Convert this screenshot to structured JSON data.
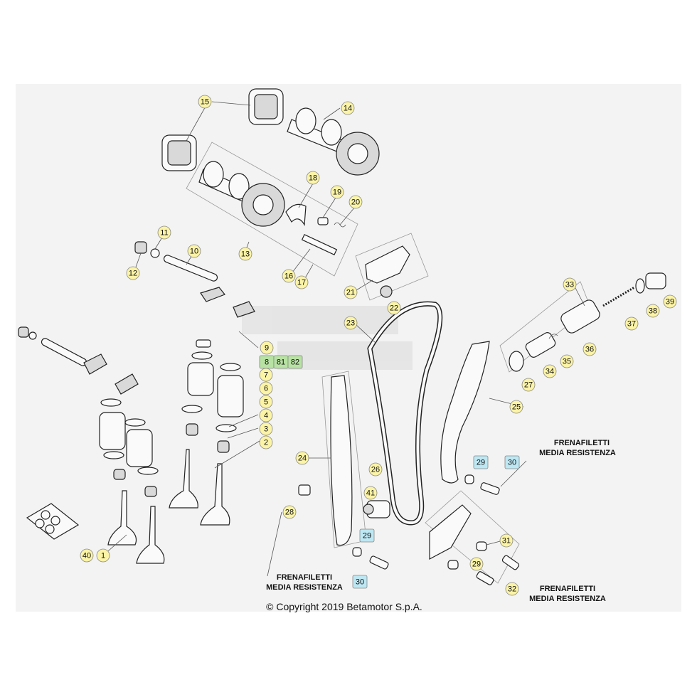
{
  "callouts": [
    {
      "id": "c15",
      "label": "15",
      "style": "yellow"
    },
    {
      "id": "c14",
      "label": "14",
      "style": "yellow"
    },
    {
      "id": "c18",
      "label": "18",
      "style": "yellow"
    },
    {
      "id": "c19",
      "label": "19",
      "style": "yellow"
    },
    {
      "id": "c20",
      "label": "20",
      "style": "yellow"
    },
    {
      "id": "c13",
      "label": "13",
      "style": "yellow"
    },
    {
      "id": "c11",
      "label": "11",
      "style": "yellow"
    },
    {
      "id": "c10",
      "label": "10",
      "style": "yellow"
    },
    {
      "id": "c12",
      "label": "12",
      "style": "yellow"
    },
    {
      "id": "c16",
      "label": "16",
      "style": "yellow"
    },
    {
      "id": "c17",
      "label": "17",
      "style": "yellow"
    },
    {
      "id": "c21",
      "label": "21",
      "style": "yellow"
    },
    {
      "id": "c22",
      "label": "22",
      "style": "yellow"
    },
    {
      "id": "c23",
      "label": "23",
      "style": "yellow"
    },
    {
      "id": "c33",
      "label": "33",
      "style": "yellow"
    },
    {
      "id": "c38",
      "label": "38",
      "style": "yellow"
    },
    {
      "id": "c39",
      "label": "39",
      "style": "yellow"
    },
    {
      "id": "c37",
      "label": "37",
      "style": "yellow"
    },
    {
      "id": "c36",
      "label": "36",
      "style": "yellow"
    },
    {
      "id": "c35",
      "label": "35",
      "style": "yellow"
    },
    {
      "id": "c34",
      "label": "34",
      "style": "yellow"
    },
    {
      "id": "c27",
      "label": "27",
      "style": "yellow"
    },
    {
      "id": "c25",
      "label": "25",
      "style": "yellow"
    },
    {
      "id": "c9",
      "label": "9",
      "style": "yellow"
    },
    {
      "id": "c8",
      "label": "8",
      "style": "green"
    },
    {
      "id": "c81",
      "label": "81",
      "style": "green"
    },
    {
      "id": "c82",
      "label": "82",
      "style": "green"
    },
    {
      "id": "c7",
      "label": "7",
      "style": "yellow"
    },
    {
      "id": "c6",
      "label": "6",
      "style": "yellow"
    },
    {
      "id": "c5",
      "label": "5",
      "style": "yellow"
    },
    {
      "id": "c4",
      "label": "4",
      "style": "yellow"
    },
    {
      "id": "c3",
      "label": "3",
      "style": "yellow"
    },
    {
      "id": "c2",
      "label": "2",
      "style": "yellow"
    },
    {
      "id": "c24",
      "label": "24",
      "style": "yellow"
    },
    {
      "id": "c26",
      "label": "26",
      "style": "yellow"
    },
    {
      "id": "c41",
      "label": "41",
      "style": "yellow"
    },
    {
      "id": "c28",
      "label": "28",
      "style": "yellow"
    },
    {
      "id": "c29a",
      "label": "29",
      "style": "blue"
    },
    {
      "id": "c30a",
      "label": "30",
      "style": "blue"
    },
    {
      "id": "c29b",
      "label": "29",
      "style": "blue"
    },
    {
      "id": "c30b",
      "label": "30",
      "style": "blue"
    },
    {
      "id": "c31",
      "label": "31",
      "style": "yellow"
    },
    {
      "id": "c29c",
      "label": "29",
      "style": "yellow"
    },
    {
      "id": "c32",
      "label": "32",
      "style": "yellow"
    },
    {
      "id": "c40",
      "label": "40",
      "style": "yellow"
    },
    {
      "id": "c1",
      "label": "1",
      "style": "yellow"
    }
  ],
  "notes": [
    {
      "line1": "FRENAFILETTI",
      "line2": "MEDIA RESISTENZA"
    },
    {
      "line1": "FRENAFILETTI",
      "line2": "MEDIA RESISTENZA"
    },
    {
      "line1": "FRENAFILETTI",
      "line2": "MEDIA RESISTENZA"
    }
  ],
  "copyright": "© Copyright 2019 Betamotor S.p.A.",
  "colors": {
    "yellow": "#fbf3a6",
    "green": "#b7e2a3",
    "blue": "#bde7f3",
    "outline": "#222222"
  }
}
